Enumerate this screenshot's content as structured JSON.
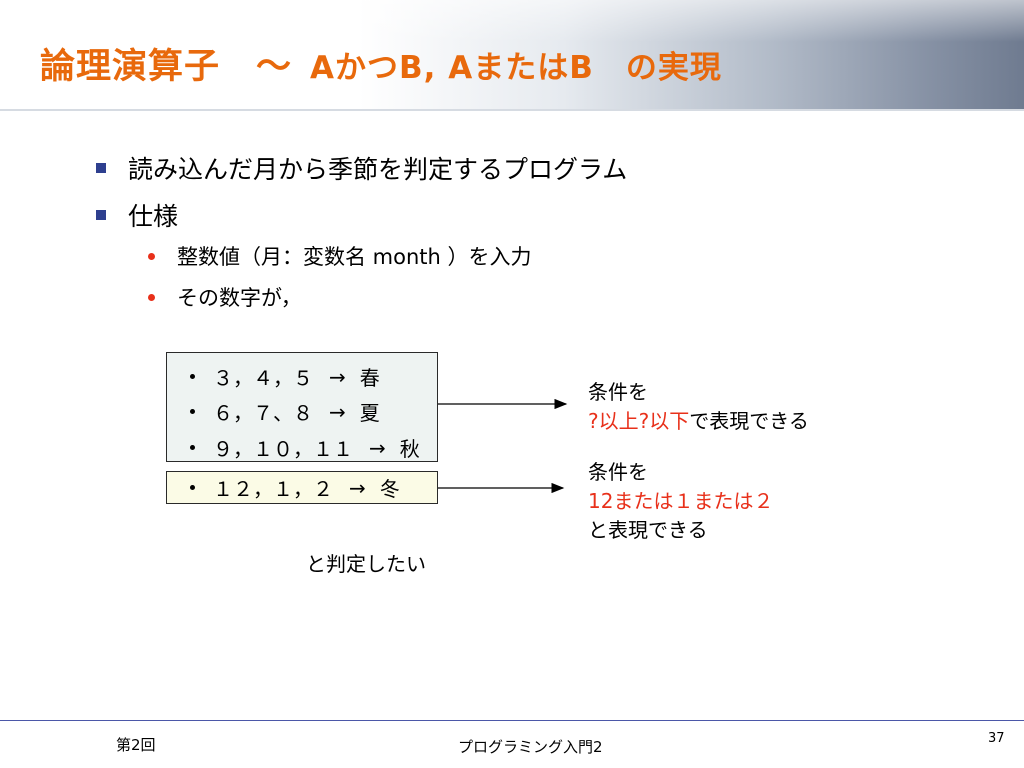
{
  "title": {
    "main": "論理演算子　～",
    "sub": "AかつB, AまたはB　の実現"
  },
  "bullets": [
    {
      "text": "読み込んだ月から季節を判定するプログラム"
    },
    {
      "text": "仕様"
    }
  ],
  "sub_bullets": [
    {
      "text": "整数値（月：変数名 month ）を入力"
    },
    {
      "text": "その数字が，"
    }
  ],
  "seasons": [
    {
      "months": "３，４，５",
      "arrow": "→",
      "season": "春"
    },
    {
      "months": "６，７、８",
      "arrow": "→",
      "season": "夏"
    },
    {
      "months": "９，１０，１１",
      "arrow": "→",
      "season": "秋"
    },
    {
      "months": "１２，１，２",
      "arrow": "→",
      "season": "冬"
    }
  ],
  "note1": {
    "line1": "条件を",
    "line2_red": "?以上?以下",
    "line2_rest": "で表現できる"
  },
  "note2": {
    "line1": "条件を",
    "line2_red": "12または１または２",
    "line3": "と表現できる"
  },
  "conclusion": "と判定したい",
  "footer": {
    "left": "第2回",
    "center": "プログラミング入門2",
    "page": "37"
  },
  "colors": {
    "title": "#e8690c",
    "bullet_square": "#2e3f8f",
    "bullet_dot": "#e8301a",
    "highlight": "#e8301a",
    "box_top_bg": "#eef3f2",
    "box_bottom_bg": "#fbfbe6"
  }
}
